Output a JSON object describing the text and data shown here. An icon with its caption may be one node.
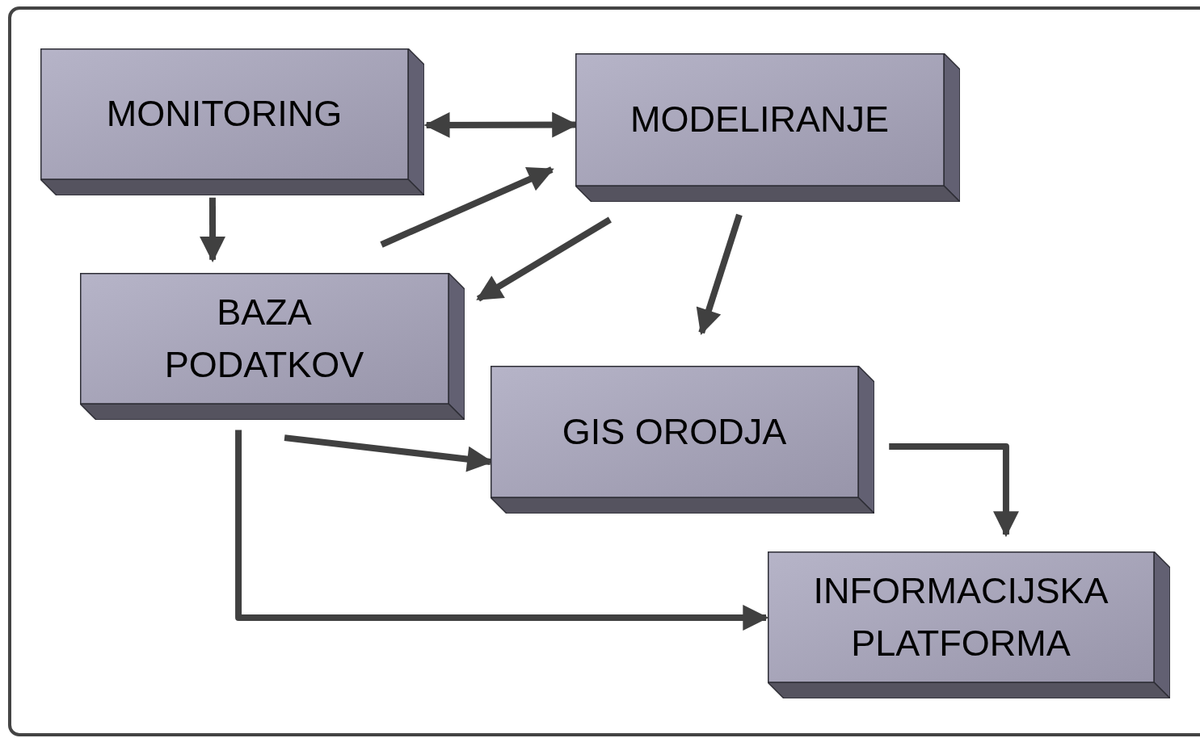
{
  "diagram": {
    "nodes": [
      {
        "text": [
          "MONITORING"
        ]
      },
      {
        "text": [
          "MODELIRANJE"
        ]
      },
      {
        "text": [
          "BAZA PODATKOV"
        ]
      },
      {
        "text": [
          "GIS ORODJA"
        ]
      },
      {
        "text": [
          "INFORMACIJSKA PLATFORMA"
        ]
      }
    ],
    "edges": [
      {
        "from": 0,
        "to": 1,
        "arrow": "both"
      },
      {
        "from": 0,
        "to": 2,
        "arrow": "to"
      },
      {
        "from": 2,
        "to": 1,
        "arrow": "to"
      },
      {
        "from": 1,
        "to": 2,
        "arrow": "to"
      },
      {
        "from": 1,
        "to": 3,
        "arrow": "to"
      },
      {
        "from": 2,
        "to": 3,
        "arrow": "to"
      },
      {
        "from": 3,
        "to": 4,
        "arrow": "to"
      },
      {
        "from": 2,
        "to": 4,
        "arrow": "to"
      }
    ]
  }
}
